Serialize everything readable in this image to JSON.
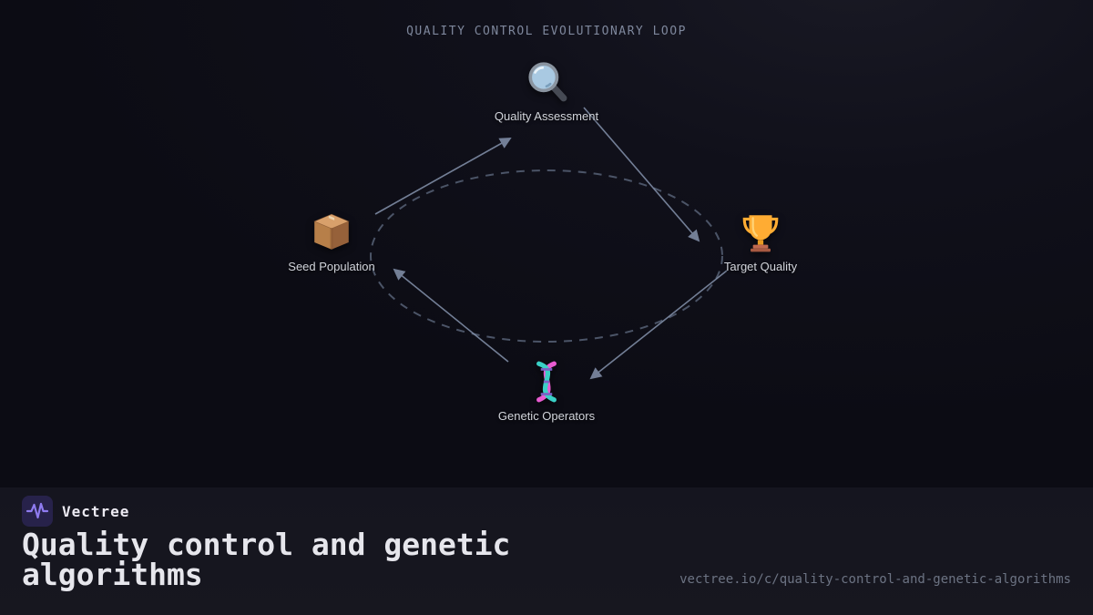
{
  "title": "QUALITY CONTROL EVOLUTIONARY LOOP",
  "diagram": {
    "nodes": [
      {
        "id": "quality-assessment",
        "label": "Quality Assessment",
        "icon": "magnifier-icon"
      },
      {
        "id": "seed-population",
        "label": "Seed Population",
        "icon": "package-icon"
      },
      {
        "id": "target-quality",
        "label": "Target Quality",
        "icon": "trophy-icon"
      },
      {
        "id": "genetic-operators",
        "label": "Genetic Operators",
        "icon": "dna-icon"
      }
    ],
    "flow": [
      "Seed Population -> Quality Assessment",
      "Quality Assessment -> Target Quality",
      "Target Quality -> Genetic Operators",
      "Genetic Operators -> Seed Population"
    ]
  },
  "footer": {
    "brand": "Vectree",
    "headline": "Quality control and genetic algorithms",
    "url": "vectree.io/c/quality-control-and-genetic-algorithms"
  },
  "colors": {
    "background": "#0d0d15",
    "footer_background": "#16161f",
    "title_text": "#7e879c",
    "solid_arrow": "#8593ad",
    "dashed_arc": "#4f586b",
    "headline_text": "#e6e6ec",
    "url_text": "#6c7383",
    "logo_background": "#27224a",
    "logo_wave": "#8f7bf0"
  }
}
